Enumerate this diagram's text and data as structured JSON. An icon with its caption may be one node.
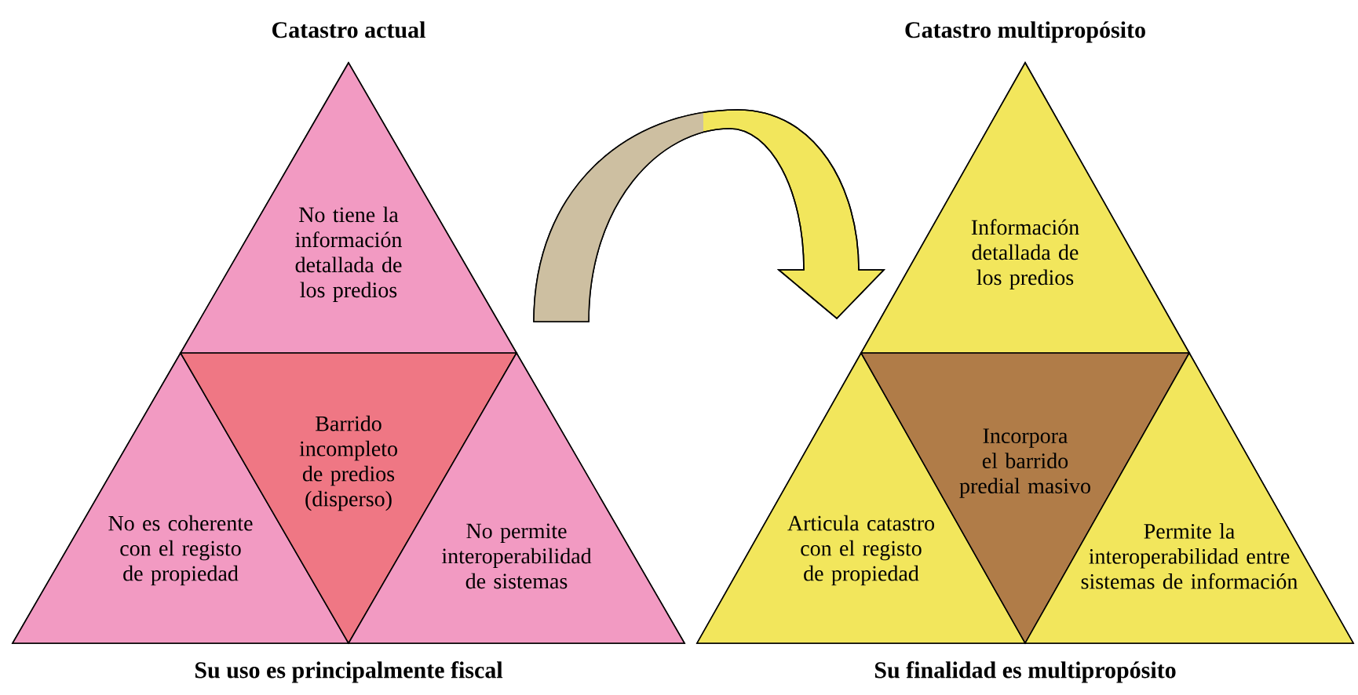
{
  "diagram": {
    "nodes": [
      {
        "text": [
          "Catastro actual"
        ],
        "beside": [
          "Su uso es principalmente fiscal"
        ]
      },
      {
        "text": [
          "No tiene la información detallada de los predios"
        ],
        "in": 0
      },
      {
        "text": [
          "No es coherente con el registo de propiedad"
        ],
        "in": 0
      },
      {
        "text": [
          "Barrido incompleto de predios (disperso)"
        ],
        "in": 0
      },
      {
        "text": [
          "No permite interoperabilidad de sistemas"
        ],
        "in": 0
      },
      {
        "text": [
          "Catastro multipropósito"
        ],
        "beside": [
          "Su finalidad es multipropósito"
        ]
      },
      {
        "text": [
          "Información detallada de los predios"
        ],
        "in": 5
      },
      {
        "text": [
          "Articula catastro con el registo de propiedad"
        ],
        "in": 5
      },
      {
        "text": [
          "Incorpora el barrido predial masivo"
        ],
        "in": 5
      },
      {
        "text": [
          "Permite la interoperabilidad entre sistemas de información"
        ],
        "in": 5
      }
    ],
    "edges": [
      {
        "from": 0,
        "to": 5,
        "arrow": "to"
      }
    ]
  }
}
